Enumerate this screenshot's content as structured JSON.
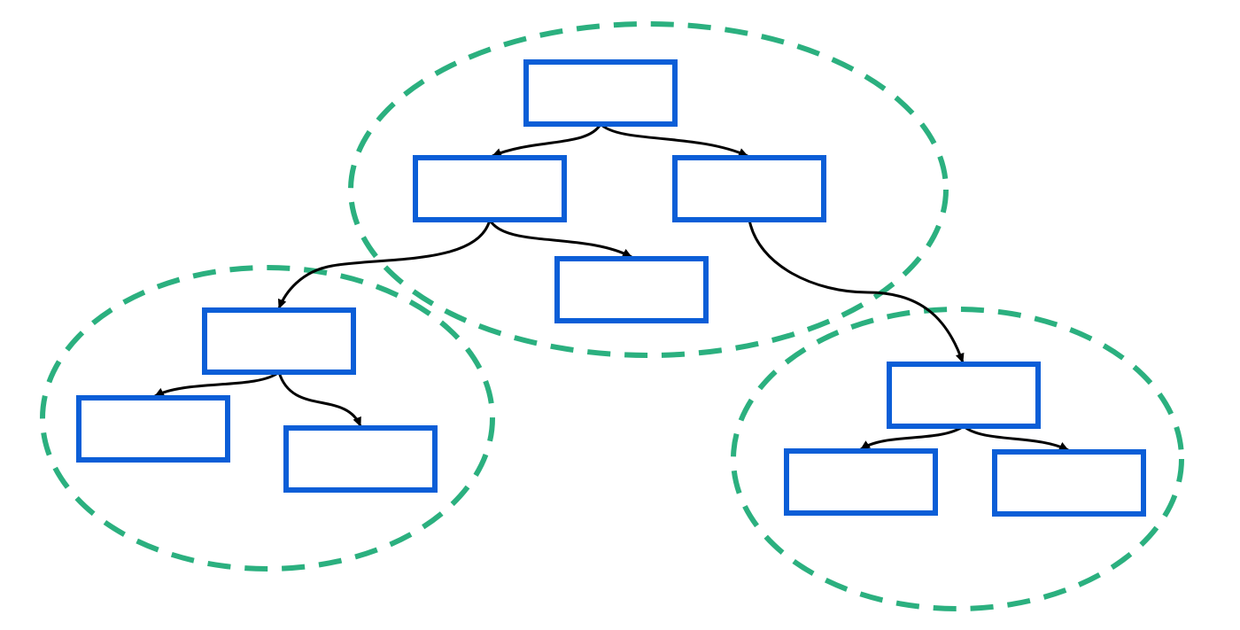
{
  "diagram": {
    "type": "tree",
    "colors": {
      "background": "#ffffff",
      "node_stroke": "#0b5ed7",
      "edge_stroke": "#000000",
      "group_stroke": "#2bb07f"
    },
    "nodes": [
      {
        "id": "n1",
        "label": ""
      },
      {
        "id": "n2",
        "label": ""
      },
      {
        "id": "n3",
        "label": ""
      },
      {
        "id": "n4",
        "label": ""
      },
      {
        "id": "n5",
        "label": ""
      },
      {
        "id": "n6",
        "label": ""
      },
      {
        "id": "n7",
        "label": ""
      },
      {
        "id": "n8",
        "label": ""
      },
      {
        "id": "n9",
        "label": ""
      },
      {
        "id": "n10",
        "label": ""
      },
      {
        "id": "n11",
        "label": ""
      }
    ],
    "edges": [
      {
        "from": "n1",
        "to": "n2"
      },
      {
        "from": "n1",
        "to": "n3"
      },
      {
        "from": "n2",
        "to": "n4"
      },
      {
        "from": "n2",
        "to": "n5"
      },
      {
        "from": "n3",
        "to": "n6"
      },
      {
        "from": "n5",
        "to": "n7"
      },
      {
        "from": "n5",
        "to": "n8"
      },
      {
        "from": "n6",
        "to": "n9"
      },
      {
        "from": "n6",
        "to": "n10"
      }
    ],
    "groups": [
      {
        "id": "group-top",
        "members": [
          "n1",
          "n2",
          "n3",
          "n4"
        ]
      },
      {
        "id": "group-left",
        "members": [
          "n5",
          "n7",
          "n8"
        ]
      },
      {
        "id": "group-right",
        "members": [
          "n6",
          "n9",
          "n10"
        ]
      }
    ]
  }
}
